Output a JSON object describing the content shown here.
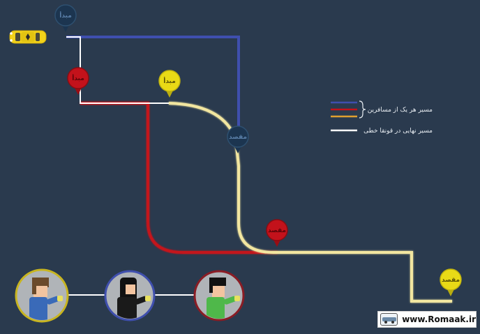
{
  "pins": {
    "origin_label": "مبدأ",
    "destination_label": "مقصد"
  },
  "legend": {
    "passenger_routes": "مسیر هر یک از مسافرین",
    "final_route": "مسیر نهایی در قونقا خطی"
  },
  "colors": {
    "background": "#2a3a4e",
    "blue_route": "#3f4fae",
    "red_route": "#c3121b",
    "yellow_route": "#f2e6a0",
    "final_route": "#ffffff",
    "blue_pin": "#1c3550",
    "red_pin": "#c3121b",
    "yellow_pin": "#e9da16",
    "taxi": "#f2d21a"
  },
  "watermark": {
    "site": "www.Romaak.ir"
  }
}
